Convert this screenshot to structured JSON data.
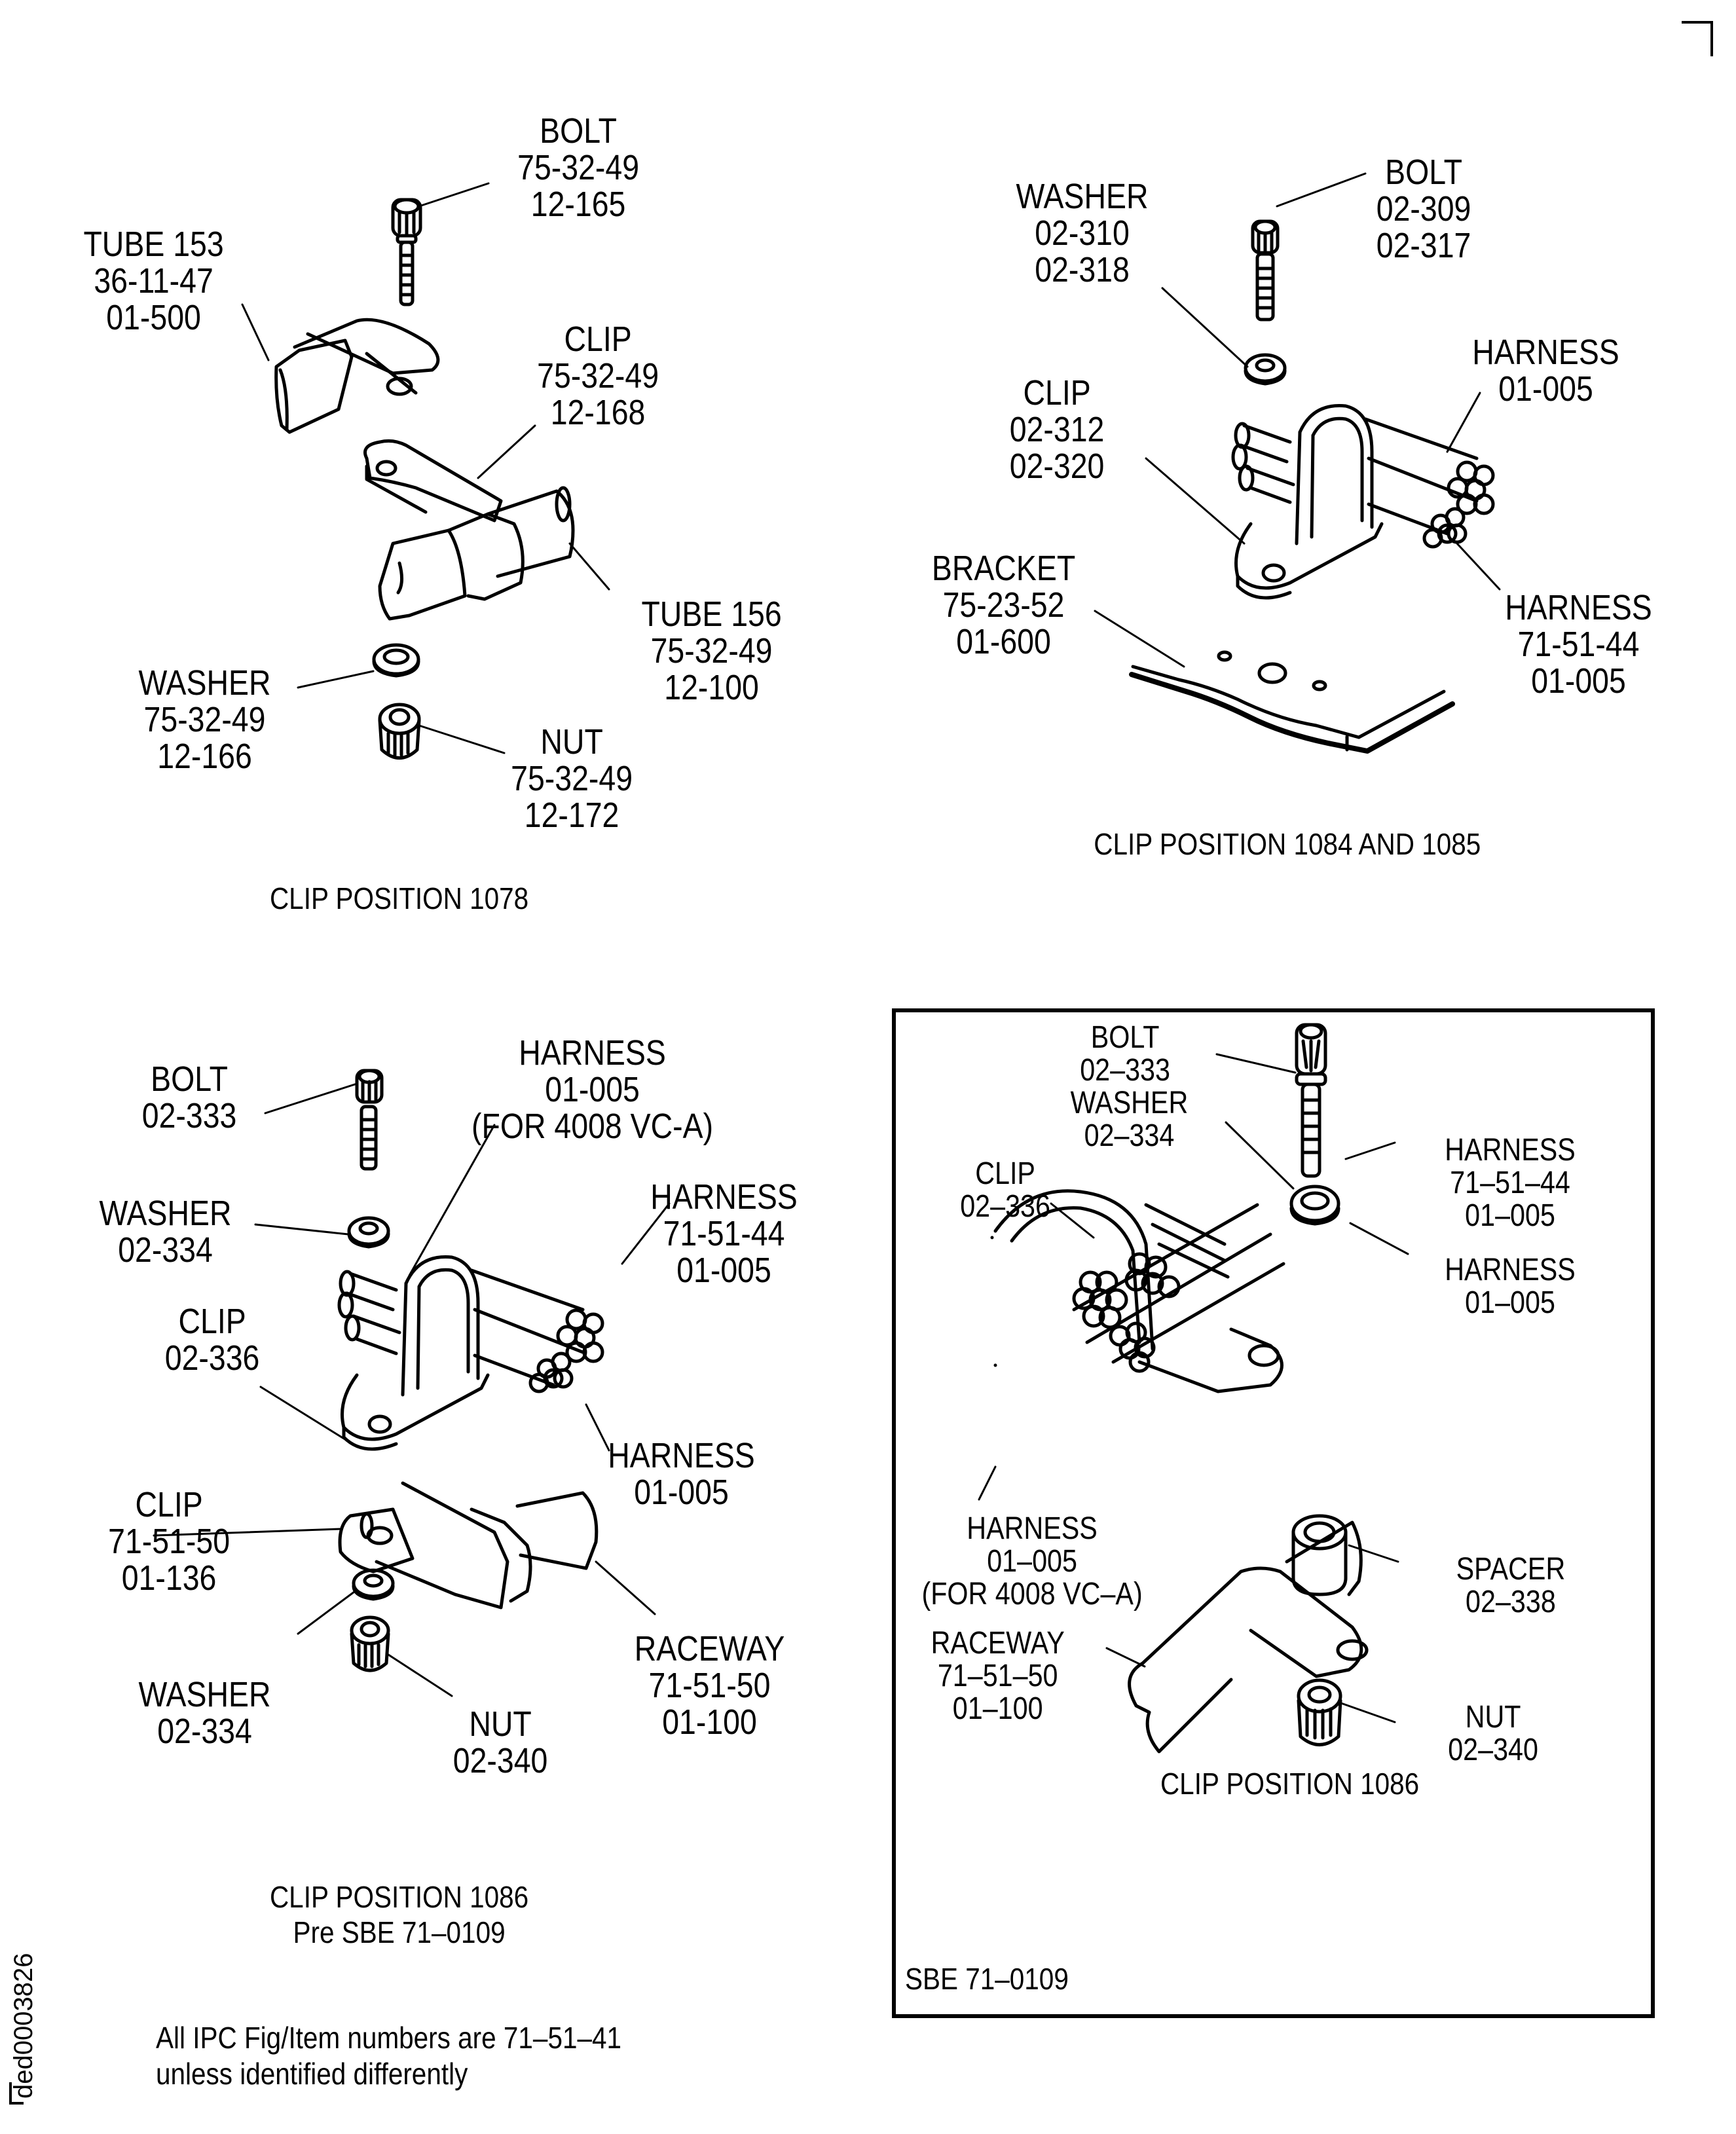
{
  "figure": {
    "document_id": "ded0003826",
    "note_lines": [
      "All IPC Fig/Item numbers are 71–51–41",
      "unless identified differently"
    ]
  },
  "panels": {
    "clip_1078": {
      "caption": "CLIP POSITION 1078",
      "labels": {
        "bolt": [
          "BOLT",
          "75-32-49",
          "12-165"
        ],
        "tube153": [
          "TUBE  153",
          "36-11-47",
          "01-500"
        ],
        "clip": [
          "CLIP",
          "75-32-49",
          "12-168"
        ],
        "tube156": [
          "TUBE  156",
          "75-32-49",
          "12-100"
        ],
        "washer": [
          "WASHER",
          "75-32-49",
          "12-166"
        ],
        "nut": [
          "NUT",
          "75-32-49",
          "12-172"
        ]
      }
    },
    "clip_1084_1085": {
      "caption": "CLIP POSITION 1084 AND 1085",
      "labels": {
        "washer": [
          "WASHER",
          "02-310",
          "02-318"
        ],
        "bolt": [
          "BOLT",
          "02-309",
          "02-317"
        ],
        "harness_top": [
          "HARNESS",
          "01-005"
        ],
        "clip": [
          "CLIP",
          "02-312",
          "02-320"
        ],
        "bracket": [
          "BRACKET",
          "75-23-52",
          "01-600"
        ],
        "harness_bottom": [
          "HARNESS",
          "71-51-44",
          "01-005"
        ]
      }
    },
    "clip_1086_pre": {
      "caption_lines": [
        "CLIP POSITION 1086",
        "Pre SBE 71–0109"
      ],
      "labels": {
        "bolt": [
          "BOLT",
          "02-333"
        ],
        "harness_vca": [
          "HARNESS",
          "01-005",
          "(FOR 4008 VC-A)"
        ],
        "washer_top": [
          "WASHER",
          "02-334"
        ],
        "harness_right": [
          "HARNESS",
          "71-51-44",
          "01-005"
        ],
        "clip_top": [
          "CLIP",
          "02-336"
        ],
        "harness_lower": [
          "HARNESS",
          "01-005"
        ],
        "clip_raceway": [
          "CLIP",
          "71-51-50",
          "01-136"
        ],
        "raceway": [
          "RACEWAY",
          "71-51-50",
          "01-100"
        ],
        "washer_bottom": [
          "WASHER",
          "02-334"
        ],
        "nut": [
          "NUT",
          "02-340"
        ]
      }
    },
    "clip_1086_sbe": {
      "caption": "CLIP POSITION 1086",
      "sbe_tag": "SBE 71–0109",
      "labels": {
        "bolt": [
          "BOLT",
          "02–333"
        ],
        "washer": [
          "WASHER",
          "02–334"
        ],
        "harness_top": [
          "HARNESS",
          "71–51–44",
          "01–005"
        ],
        "clip": [
          "CLIP",
          "02–336"
        ],
        "harness_mid": [
          "HARNESS",
          "01–005"
        ],
        "harness_vca": [
          "HARNESS",
          "01–005",
          "(FOR 4008 VC–A)"
        ],
        "spacer": [
          "SPACER",
          "02–338"
        ],
        "raceway": [
          "RACEWAY",
          "71–51–50",
          "01–100"
        ],
        "nut": [
          "NUT",
          "02–340"
        ]
      }
    }
  }
}
